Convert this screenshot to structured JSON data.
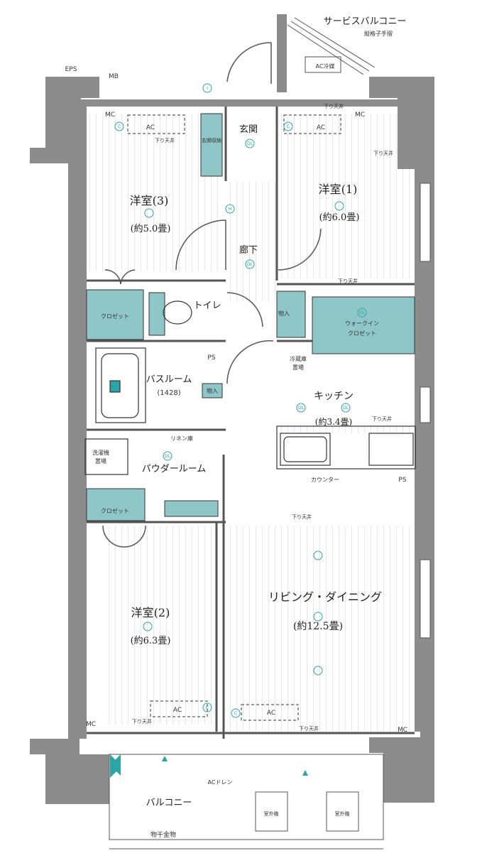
{
  "rooms": {
    "western3": {
      "name": "洋室(3)",
      "size": "(約5.0畳)"
    },
    "western1": {
      "name": "洋室(1)",
      "size": "(約6.0畳)"
    },
    "western2": {
      "name": "洋室(2)",
      "size": "(約6.3畳)"
    },
    "entrance": "玄関",
    "hallway": "廊下",
    "toilet": "トイレ",
    "bath": {
      "name": "バスルーム",
      "size": "(1428)"
    },
    "kitchen": {
      "name": "キッチン",
      "size": "(約3.4畳)"
    },
    "powder": "パウダールーム",
    "living": {
      "name": "リビング・ダイニング",
      "size": "(約12.5畳)"
    },
    "balcony": "バルコニー",
    "service_balcony": "サービスバルコニー"
  },
  "labels": {
    "eps": "EPS",
    "mb": "MB",
    "ac": "AC",
    "mc": "MC",
    "ps": "PS",
    "closet": "クロゼット",
    "walkin": "ウォークイン",
    "walkin2": "クロゼット",
    "storage": "物入",
    "shoe": "玄関収納",
    "drop_ceiling": "下り天井",
    "counter": "カウンター",
    "fridge1": "冷蔵庫",
    "fridge2": "置場",
    "washer1": "洗濯機",
    "washer2": "置場",
    "linen": "リネン庫",
    "handrail": "縦格子手摺",
    "clothes": "物干金物",
    "ac_hole": "AC冷媒",
    "drain": "ACドレン",
    "ac_unit1": "室外機",
    "ac_unit2": "室外機"
  },
  "symbols": {
    "dl": "DL",
    "c": "C",
    "i": "I",
    "h": "H"
  },
  "colors": {
    "wall": "#8c8c8c",
    "fixture": "#8fc7c9",
    "line": "#333333",
    "floor": "#c8c8c8",
    "accent": "#2aa6a8"
  }
}
